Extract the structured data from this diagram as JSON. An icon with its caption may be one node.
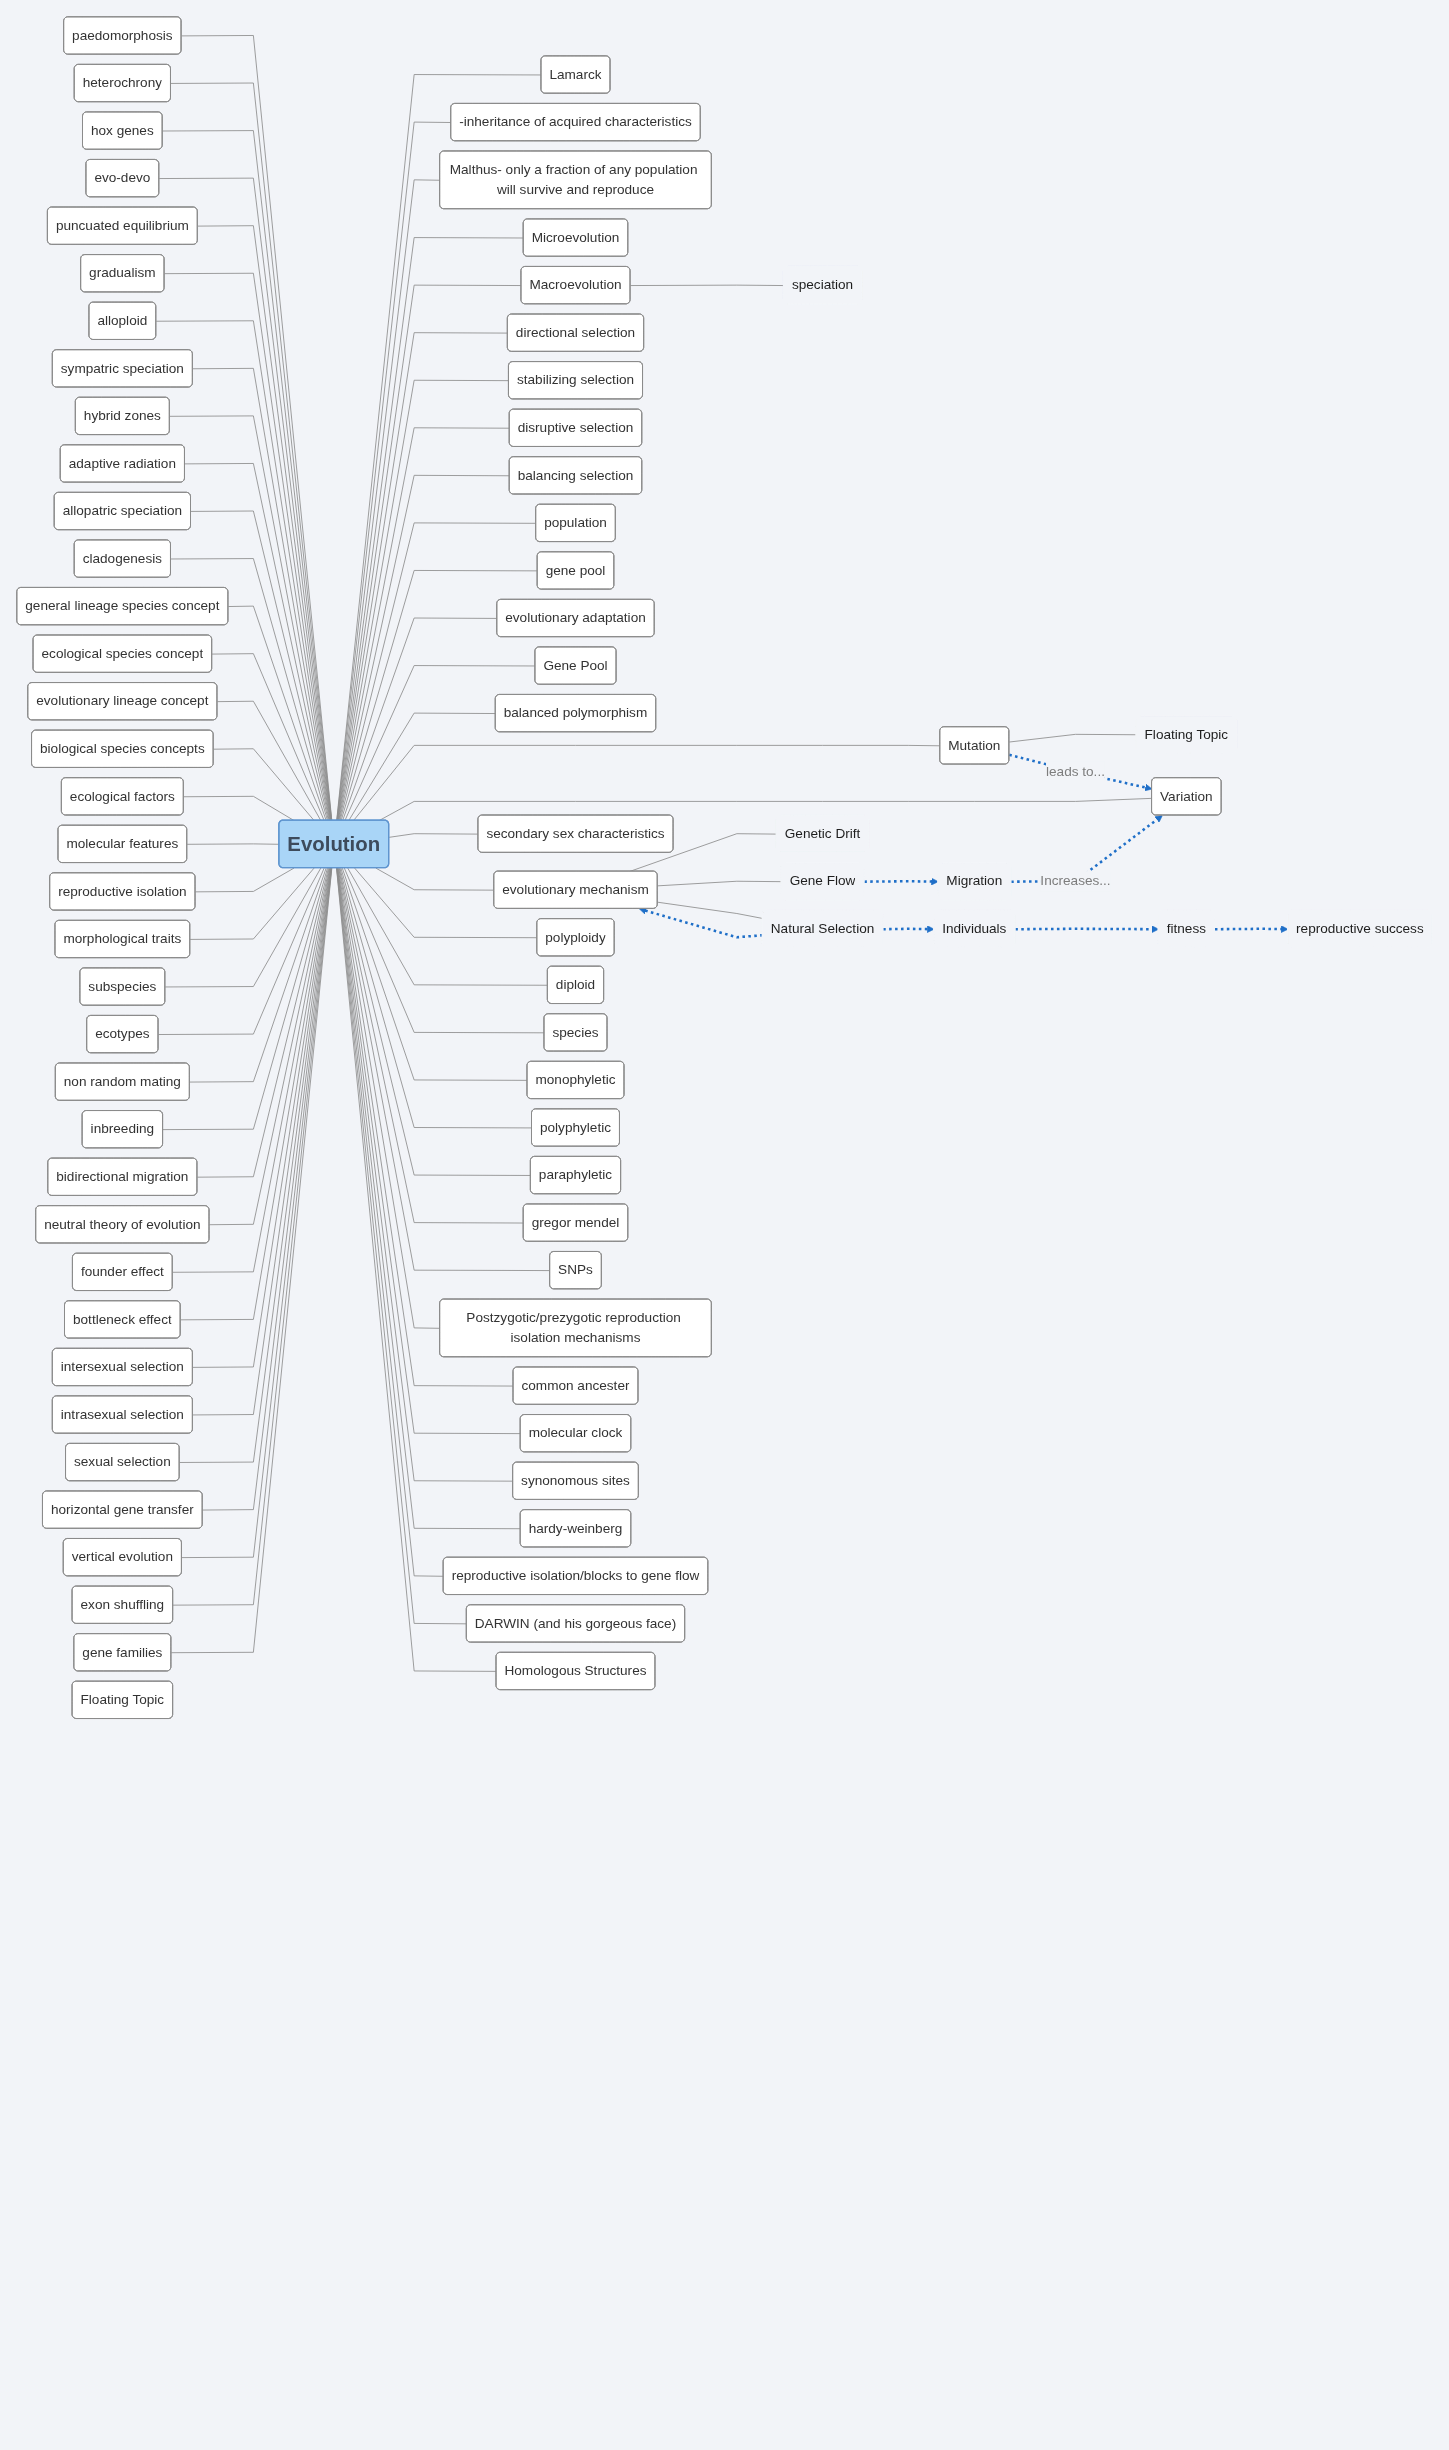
{
  "diagram": {
    "nodes": [
      {
        "text": [
          "Evolution"
        ]
      },
      {
        "text": [
          "Lamarck"
        ]
      },
      {
        "text": [
          "-inheritance of acquired characteristics"
        ]
      },
      {
        "text": [
          "Malthus- only a fraction of any population will survive and reproduce"
        ]
      },
      {
        "text": [
          "Microevolution"
        ]
      },
      {
        "text": [
          "Macroevolution"
        ]
      },
      {
        "text": [
          "speciation"
        ]
      },
      {
        "text": [
          "directional selection"
        ]
      },
      {
        "text": [
          "stabilizing selection"
        ]
      },
      {
        "text": [
          "disruptive selection"
        ]
      },
      {
        "text": [
          "balancing selection"
        ]
      },
      {
        "text": [
          "population"
        ]
      },
      {
        "text": [
          "gene pool"
        ]
      },
      {
        "text": [
          "evolutionary adaptation"
        ]
      },
      {
        "text": [
          "Gene Pool"
        ]
      },
      {
        "text": [
          "balanced polymorphism"
        ]
      },
      {
        "text": [
          "Mutation"
        ]
      },
      {
        "text": [
          "Floating Topic"
        ]
      },
      {
        "text": [
          "Variation"
        ]
      },
      {
        "text": [
          "secondary sex characteristics"
        ]
      },
      {
        "text": [
          "evolutionary mechanism"
        ]
      },
      {
        "text": [
          "Genetic Drift"
        ]
      },
      {
        "text": [
          "Gene Flow"
        ]
      },
      {
        "text": [
          "Migration"
        ]
      },
      {
        "text": [
          "Natural Selection"
        ]
      },
      {
        "text": [
          "Individuals"
        ]
      },
      {
        "text": [
          "fitness"
        ]
      },
      {
        "text": [
          "reproductive success"
        ]
      },
      {
        "text": [
          "polyploidy"
        ]
      },
      {
        "text": [
          "diploid"
        ]
      },
      {
        "text": [
          "species"
        ]
      },
      {
        "text": [
          "monophyletic"
        ]
      },
      {
        "text": [
          "polyphyletic"
        ]
      },
      {
        "text": [
          "paraphyletic"
        ]
      },
      {
        "text": [
          "gregor mendel"
        ]
      },
      {
        "text": [
          "SNPs"
        ]
      },
      {
        "text": [
          "Postzygotic/prezygotic reproduction isolation mechanisms"
        ]
      },
      {
        "text": [
          "common ancester"
        ]
      },
      {
        "text": [
          "molecular clock"
        ]
      },
      {
        "text": [
          "synonomous sites"
        ]
      },
      {
        "text": [
          "hardy-weinberg"
        ]
      },
      {
        "text": [
          "reproductive isolation/blocks to gene flow"
        ]
      },
      {
        "text": [
          "DARWIN (and his gorgeous face)"
        ]
      },
      {
        "text": [
          "Homologous Structures"
        ]
      },
      {
        "text": [
          "paedomorphosis"
        ]
      },
      {
        "text": [
          "heterochrony"
        ]
      },
      {
        "text": [
          "hox genes"
        ]
      },
      {
        "text": [
          "evo-devo"
        ]
      },
      {
        "text": [
          "puncuated equilibrium"
        ]
      },
      {
        "text": [
          "gradualism"
        ]
      },
      {
        "text": [
          "alloploid"
        ]
      },
      {
        "text": [
          "sympatric speciation"
        ]
      },
      {
        "text": [
          "hybrid zones"
        ]
      },
      {
        "text": [
          "adaptive radiation"
        ]
      },
      {
        "text": [
          "allopatric speciation"
        ]
      },
      {
        "text": [
          "cladogenesis"
        ]
      },
      {
        "text": [
          "general lineage species concept"
        ]
      },
      {
        "text": [
          "ecological species concept"
        ]
      },
      {
        "text": [
          "evolutionary lineage concept"
        ]
      },
      {
        "text": [
          "biological species concepts"
        ]
      },
      {
        "text": [
          "ecological factors"
        ]
      },
      {
        "text": [
          "molecular features"
        ]
      },
      {
        "text": [
          "reproductive isolation"
        ]
      },
      {
        "text": [
          "morphological traits"
        ]
      },
      {
        "text": [
          "subspecies"
        ]
      },
      {
        "text": [
          "ecotypes"
        ]
      },
      {
        "text": [
          "non random mating"
        ]
      },
      {
        "text": [
          "inbreeding"
        ]
      },
      {
        "text": [
          "bidirectional migration"
        ]
      },
      {
        "text": [
          "neutral theory of evolution"
        ]
      },
      {
        "text": [
          "founder effect"
        ]
      },
      {
        "text": [
          "bottleneck effect"
        ]
      },
      {
        "text": [
          "intersexual selection"
        ]
      },
      {
        "text": [
          "intrasexual selection"
        ]
      },
      {
        "text": [
          "sexual selection"
        ]
      },
      {
        "text": [
          "horizontal gene transfer"
        ]
      },
      {
        "text": [
          "vertical evolution"
        ]
      },
      {
        "text": [
          "exon shuffling"
        ]
      },
      {
        "text": [
          "gene families"
        ]
      },
      {
        "text": [
          "Floating Topic"
        ]
      }
    ],
    "edges": [
      {
        "from": 0,
        "to": 1,
        "arrow": "none"
      },
      {
        "from": 0,
        "to": 2,
        "arrow": "none"
      },
      {
        "from": 0,
        "to": 3,
        "arrow": "none"
      },
      {
        "from": 0,
        "to": 4,
        "arrow": "none"
      },
      {
        "from": 0,
        "to": 5,
        "arrow": "none"
      },
      {
        "from": 5,
        "to": 6,
        "arrow": "none"
      },
      {
        "from": 0,
        "to": 7,
        "arrow": "none"
      },
      {
        "from": 0,
        "to": 8,
        "arrow": "none"
      },
      {
        "from": 0,
        "to": 9,
        "arrow": "none"
      },
      {
        "from": 0,
        "to": 10,
        "arrow": "none"
      },
      {
        "from": 0,
        "to": 11,
        "arrow": "none"
      },
      {
        "from": 0,
        "to": 12,
        "arrow": "none"
      },
      {
        "from": 0,
        "to": 13,
        "arrow": "none"
      },
      {
        "from": 0,
        "to": 14,
        "arrow": "none"
      },
      {
        "from": 0,
        "to": 15,
        "arrow": "none"
      },
      {
        "from": 0,
        "to": 16,
        "arrow": "none"
      },
      {
        "from": 16,
        "to": 17,
        "arrow": "none"
      },
      {
        "from": 0,
        "to": 18,
        "arrow": "none"
      },
      {
        "from": 0,
        "to": 19,
        "arrow": "none"
      },
      {
        "from": 0,
        "to": 20,
        "arrow": "none"
      },
      {
        "from": 20,
        "to": 21,
        "arrow": "none"
      },
      {
        "from": 20,
        "to": 22,
        "arrow": "none"
      },
      {
        "from": 20,
        "to": 24,
        "arrow": "none"
      },
      {
        "from": 16,
        "to": 18,
        "arrow": "to",
        "label": "leads to...",
        "style": "dashed",
        "color": "#1f6fc8"
      },
      {
        "from": 22,
        "to": 23,
        "arrow": "to",
        "style": "dashed",
        "color": "#1f6fc8"
      },
      {
        "from": 23,
        "to": 18,
        "arrow": "to",
        "label": "Increases...",
        "style": "dashed",
        "color": "#1f6fc8"
      },
      {
        "from": 24,
        "to": 25,
        "arrow": "to",
        "style": "dashed",
        "color": "#1f6fc8"
      },
      {
        "from": 25,
        "to": 26,
        "arrow": "to",
        "style": "dashed",
        "color": "#1f6fc8"
      },
      {
        "from": 26,
        "to": 27,
        "arrow": "to",
        "style": "dashed",
        "color": "#1f6fc8"
      },
      {
        "from": 24,
        "to": 20,
        "arrow": "to",
        "style": "dashed",
        "color": "#1f6fc8"
      },
      {
        "from": 0,
        "to": 28,
        "arrow": "none"
      },
      {
        "from": 0,
        "to": 29,
        "arrow": "none"
      },
      {
        "from": 0,
        "to": 30,
        "arrow": "none"
      },
      {
        "from": 0,
        "to": 31,
        "arrow": "none"
      },
      {
        "from": 0,
        "to": 32,
        "arrow": "none"
      },
      {
        "from": 0,
        "to": 33,
        "arrow": "none"
      },
      {
        "from": 0,
        "to": 34,
        "arrow": "none"
      },
      {
        "from": 0,
        "to": 35,
        "arrow": "none"
      },
      {
        "from": 0,
        "to": 36,
        "arrow": "none"
      },
      {
        "from": 0,
        "to": 37,
        "arrow": "none"
      },
      {
        "from": 0,
        "to": 38,
        "arrow": "none"
      },
      {
        "from": 0,
        "to": 39,
        "arrow": "none"
      },
      {
        "from": 0,
        "to": 40,
        "arrow": "none"
      },
      {
        "from": 0,
        "to": 41,
        "arrow": "none"
      },
      {
        "from": 0,
        "to": 42,
        "arrow": "none"
      },
      {
        "from": 0,
        "to": 43,
        "arrow": "none"
      },
      {
        "from": 44,
        "to": 0,
        "arrow": "none"
      },
      {
        "from": 45,
        "to": 0,
        "arrow": "none"
      },
      {
        "from": 46,
        "to": 0,
        "arrow": "none"
      },
      {
        "from": 47,
        "to": 0,
        "arrow": "none"
      },
      {
        "from": 48,
        "to": 0,
        "arrow": "none"
      },
      {
        "from": 49,
        "to": 0,
        "arrow": "none"
      },
      {
        "from": 50,
        "to": 0,
        "arrow": "none"
      },
      {
        "from": 51,
        "to": 0,
        "arrow": "none"
      },
      {
        "from": 52,
        "to": 0,
        "arrow": "none"
      },
      {
        "from": 53,
        "to": 0,
        "arrow": "none"
      },
      {
        "from": 54,
        "to": 0,
        "arrow": "none"
      },
      {
        "from": 55,
        "to": 0,
        "arrow": "none"
      },
      {
        "from": 56,
        "to": 0,
        "arrow": "none"
      },
      {
        "from": 57,
        "to": 0,
        "arrow": "none"
      },
      {
        "from": 58,
        "to": 0,
        "arrow": "none"
      },
      {
        "from": 59,
        "to": 0,
        "arrow": "none"
      },
      {
        "from": 60,
        "to": 0,
        "arrow": "none"
      },
      {
        "from": 61,
        "to": 0,
        "arrow": "none"
      },
      {
        "from": 62,
        "to": 0,
        "arrow": "none"
      },
      {
        "from": 63,
        "to": 0,
        "arrow": "none"
      },
      {
        "from": 64,
        "to": 0,
        "arrow": "none"
      },
      {
        "from": 65,
        "to": 0,
        "arrow": "none"
      },
      {
        "from": 66,
        "to": 0,
        "arrow": "none"
      },
      {
        "from": 67,
        "to": 0,
        "arrow": "none"
      },
      {
        "from": 68,
        "to": 0,
        "arrow": "none"
      },
      {
        "from": 69,
        "to": 0,
        "arrow": "none"
      },
      {
        "from": 70,
        "to": 0,
        "arrow": "none"
      },
      {
        "from": 71,
        "to": 0,
        "arrow": "none"
      },
      {
        "from": 72,
        "to": 0,
        "arrow": "none"
      },
      {
        "from": 73,
        "to": 0,
        "arrow": "none"
      },
      {
        "from": 74,
        "to": 0,
        "arrow": "none"
      },
      {
        "from": 75,
        "to": 0,
        "arrow": "none"
      },
      {
        "from": 76,
        "to": 0,
        "arrow": "none"
      },
      {
        "from": 77,
        "to": 0,
        "arrow": "none"
      },
      {
        "from": 78,
        "to": 0,
        "arrow": "none"
      }
    ]
  }
}
